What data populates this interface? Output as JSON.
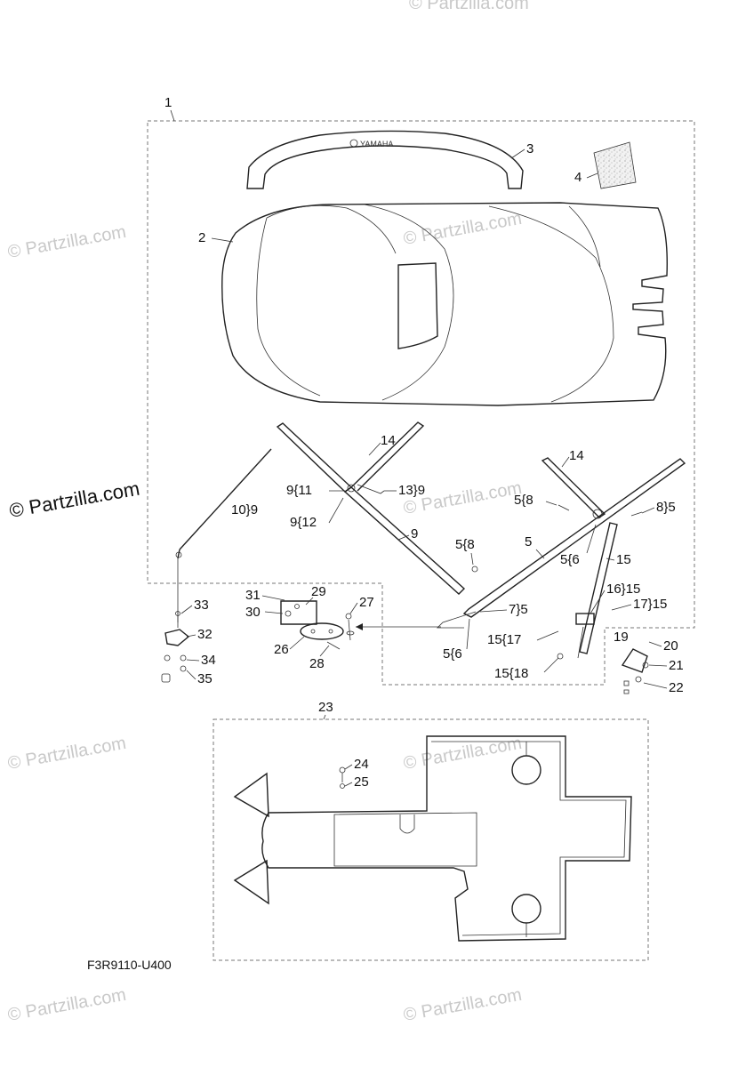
{
  "watermarks": {
    "small": "© Partzilla.com",
    "large": "© Partzilla.com"
  },
  "diagram_code": "F3R9110-U400",
  "brand_on_part": "YAMAHA",
  "labels": {
    "l1": "1",
    "l2": "2",
    "l3": "3",
    "l4": "4",
    "l14a": "14",
    "l14b": "14",
    "l9_11": "9{11",
    "l9_12": "9{12",
    "l13_9": "13}9",
    "l10_9": "10}9",
    "l9": "9",
    "l5_8a": "5{8",
    "l8_5": "8}5",
    "l5": "5",
    "l5_6a": "5{6",
    "l15": "15",
    "l5_8b": "5{8",
    "l16_15": "16}15",
    "l17_15": "17}15",
    "l7_5": "7}5",
    "l5_6b": "5{6",
    "l15_17": "15{17",
    "l15_18": "15{18",
    "l19": "19",
    "l20": "20",
    "l21": "21",
    "l22": "22",
    "l23": "23",
    "l24": "24",
    "l25": "25",
    "l26": "26",
    "l27": "27",
    "l28": "28",
    "l29": "29",
    "l30": "30",
    "l31": "31",
    "l32": "32",
    "l33": "33",
    "l34": "34",
    "l35": "35"
  }
}
